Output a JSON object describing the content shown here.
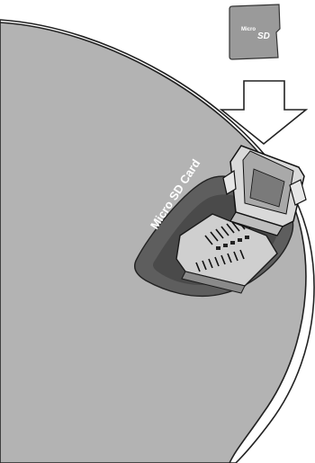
{
  "figure": {
    "slot_label": "Micro SD Card",
    "card_logo_top": "Micro",
    "card_logo_bottom": "SD",
    "colors": {
      "device_body": "#b3b3b3",
      "device_outline": "#222222",
      "slot_recess": "#5e5e5e",
      "card_body": "#9a9a9a",
      "arrow_fill": "#ffffff",
      "label_text": "#ffffff"
    },
    "icons": [
      "downward-arrow",
      "micro-sd-card",
      "card-slot-connector"
    ]
  }
}
